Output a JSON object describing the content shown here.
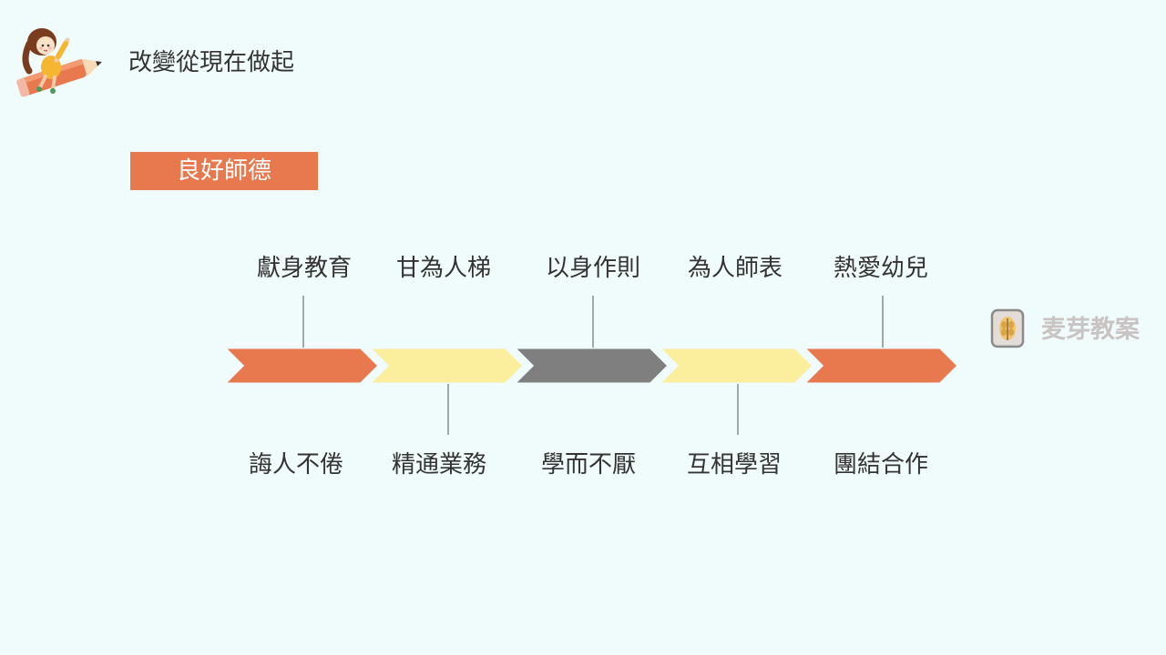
{
  "header": {
    "title": "改變從現在做起"
  },
  "section": {
    "banner": "良好師德"
  },
  "timeline": {
    "segments": [
      {
        "color": "#e8784e",
        "top_label": "獻身教育",
        "bottom_label": "誨人不倦"
      },
      {
        "color": "#fbee9c",
        "top_label": "甘為人梯",
        "bottom_label": "精通業務"
      },
      {
        "color": "#7f7f7f",
        "top_label": "以身作則",
        "bottom_label": "學而不厭"
      },
      {
        "color": "#fbee9c",
        "top_label": "為人師表",
        "bottom_label": "互相學習"
      },
      {
        "color": "#e8784e",
        "top_label": "熱愛幼兒",
        "bottom_label": "團結合作"
      }
    ]
  },
  "watermark": {
    "text": "麦芽教案"
  },
  "colors": {
    "background": "#f0fbfb",
    "accent_orange": "#e8784e",
    "accent_yellow": "#fbee9c",
    "accent_gray": "#7f7f7f",
    "text": "#333333"
  }
}
